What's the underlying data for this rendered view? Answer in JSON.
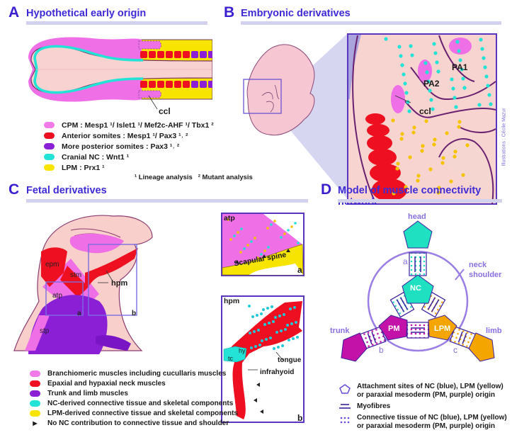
{
  "panels": {
    "A": {
      "letter": "A",
      "title": "Hypothetical early origin",
      "label_ccl": "ccl",
      "legend": [
        {
          "label": "CPM : Mesp1 ¹/ Islet1 ¹/ Mef2c-AHF ¹/ Tbx1 ²",
          "color": "#f07ae8"
        },
        {
          "label": "Anterior somites : Mesp1 ¹/ Pax3 ¹˒ ²",
          "color": "#ee1020"
        },
        {
          "label": "More posterior somites : Pax3 ¹˒ ²",
          "color": "#8a1fd6"
        },
        {
          "label": "Cranial NC : Wnt1 ¹",
          "color": "#22e3d6"
        },
        {
          "label": "LPM : Prx1 ¹",
          "color": "#f7e400"
        }
      ],
      "footnote": "¹ Lineage analysis   ² Mutant analysis"
    },
    "B": {
      "letter": "B",
      "title": "Embryonic derivatives",
      "labels": {
        "pa1": "PA1",
        "pa2": "PA2",
        "ccl": "ccl"
      },
      "credit": "Illustrations : Cécile Mazur"
    },
    "C": {
      "letter": "C",
      "title": "Fetal derivatives",
      "labels": {
        "epm": "epm",
        "stm": "stm",
        "hpm": "hpm",
        "atp": "atp",
        "stp": "stp",
        "box_a": "a",
        "box_b": "b"
      },
      "inset_a": {
        "title": "atp",
        "spine": "Scapular spine",
        "corner": "a"
      },
      "inset_b": {
        "title": "hpm",
        "hy": "hy",
        "tc": "tc",
        "tongue": "tongue",
        "infrahyoid": "infrahyoid",
        "corner": "b"
      },
      "legend": [
        {
          "label": "Branchiomeric muscles including cucullaris muscles",
          "color": "#f07ae8",
          "type": "swatch"
        },
        {
          "label": "Epaxial and hypaxial neck muscles",
          "color": "#ee1020",
          "type": "swatch"
        },
        {
          "label": "Trunk and limb muscles",
          "color": "#8a1fd6",
          "type": "swatch"
        },
        {
          "label": "NC-derived connective tissue and skeletal components",
          "color": "#22e3d6",
          "type": "swatch"
        },
        {
          "label": "LPM-derived connective tissue and skeletal components",
          "color": "#f7e400",
          "type": "swatch"
        },
        {
          "label": "No NC contribution  to connective tissue and shoulder",
          "color": "#1a1a1a",
          "type": "arrow"
        }
      ]
    },
    "D": {
      "letter": "D",
      "title": "Model of muscle connectivity network",
      "nodes": {
        "head": "head",
        "trunk": "trunk",
        "limb": "limb",
        "neck_shoulder_1": "neck",
        "neck_shoulder_2": "shoulder",
        "nc": "NC",
        "pm": "PM",
        "lpm": "LPM",
        "a": "a",
        "b": "b",
        "c": "c"
      },
      "colors": {
        "nc": "#1fe0c0",
        "pm": "#c212a8",
        "lpm": "#f5a500",
        "circle": "#9a7ee6",
        "outline": "#3a1f9e"
      },
      "legend": [
        {
          "icon": "pentagon-icon",
          "line1": "Attachment sites of NC (blue), LPM (yellow)",
          "line2": "or paraxial mesoderm (PM, purple) origin"
        },
        {
          "icon": "myofibre-icon",
          "line1": "Myofibres",
          "line2": ""
        },
        {
          "icon": "dots-icon",
          "line1": "Connective tissue of NC (blue), LPM (yellow)",
          "line2": "or paraxial mesoderm (PM, purple) origin"
        }
      ]
    }
  }
}
